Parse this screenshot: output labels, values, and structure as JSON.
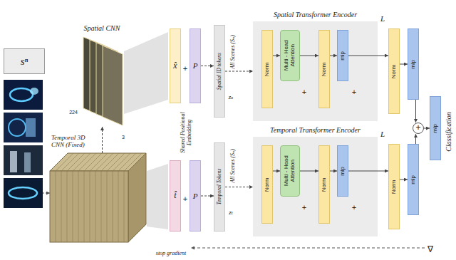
{
  "diagram": {
    "nodes": [
      {
        "text": [
          "sⁿ"
        ]
      },
      {
        "text": [
          "Spatial CNN"
        ]
      },
      {
        "text": [
          "Temporal 3D CNN (Fixed)"
        ]
      },
      {
        "text": [
          "x̂"
        ]
      },
      {
        "text": [
          "P"
        ]
      },
      {
        "text": [
          "t̂"
        ]
      },
      {
        "text": [
          "P"
        ]
      },
      {
        "text": [
          "Spatial ID tokens"
        ]
      },
      {
        "text": [
          "Temporal Tokens"
        ]
      },
      {
        "text": [
          "Spatial Transformer Encoder"
        ]
      },
      {
        "text": [
          "Norm"
        ],
        "in": 9
      },
      {
        "text": [
          "Multi - Head Attention"
        ],
        "in": 9
      },
      {
        "text": [
          "Norm"
        ],
        "in": 9
      },
      {
        "text": [
          "mlp"
        ],
        "in": 9
      },
      {
        "text": [
          "Norm"
        ]
      },
      {
        "text": [
          "mlp"
        ]
      },
      {
        "text": [
          "Temporal Transformer Encoder"
        ]
      },
      {
        "text": [
          "Norm"
        ],
        "in": 16
      },
      {
        "text": [
          "Multi - Head Attention"
        ],
        "in": 16
      },
      {
        "text": [
          "Norm"
        ],
        "in": 16
      },
      {
        "text": [
          "mlp"
        ],
        "in": 16
      },
      {
        "text": [
          "Norm"
        ]
      },
      {
        "text": [
          "mlp"
        ]
      },
      {
        "text": [
          "+"
        ]
      },
      {
        "text": [
          "mlp"
        ]
      }
    ],
    "edges": [
      {
        "from": 2,
        "to": 1,
        "arrow": "to"
      },
      {
        "from": 4,
        "to": 7,
        "arrow": "to"
      },
      {
        "from": 6,
        "to": 8,
        "arrow": "to"
      },
      {
        "from": 7,
        "to": 9,
        "arrow": "to"
      },
      {
        "from": 8,
        "to": 16,
        "arrow": "to"
      },
      {
        "from": 10,
        "to": 11,
        "arrow": "to"
      },
      {
        "from": 11,
        "to": 12,
        "arrow": "to"
      },
      {
        "from": 12,
        "to": 13,
        "arrow": "to"
      },
      {
        "from": 13,
        "to": 14,
        "arrow": "to"
      },
      {
        "from": 14,
        "to": 15,
        "arrow": "to"
      },
      {
        "from": 15,
        "to": 23,
        "arrow": "to"
      },
      {
        "from": 17,
        "to": 18,
        "arrow": "to"
      },
      {
        "from": 18,
        "to": 19,
        "arrow": "to"
      },
      {
        "from": 19,
        "to": 20,
        "arrow": "to"
      },
      {
        "from": 20,
        "to": 21,
        "arrow": "to"
      },
      {
        "from": 21,
        "to": 22,
        "arrow": "to"
      },
      {
        "from": 22,
        "to": 23,
        "arrow": "to"
      },
      {
        "from": 23,
        "to": 24,
        "arrow": "to"
      }
    ],
    "labels": [
      "+",
      "+",
      "Shared Positional Embedding",
      "All Scenes (Sₙ)",
      "zₛ",
      "All Scenes (Sₙ)",
      "zₜ",
      "L",
      "+",
      "+",
      "L",
      "+",
      "+",
      "Classification",
      "stop gradient",
      "∇",
      "224",
      "3"
    ]
  }
}
